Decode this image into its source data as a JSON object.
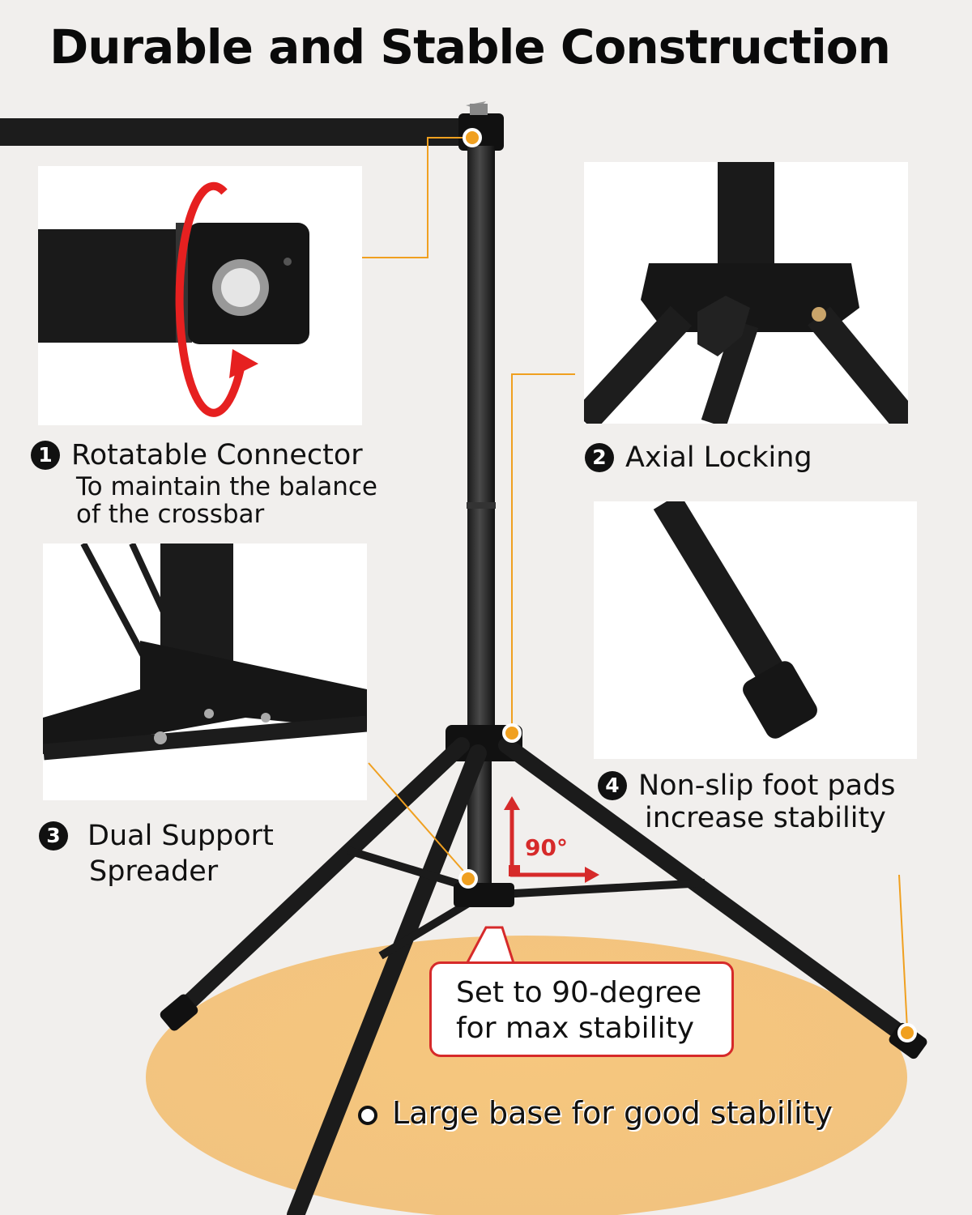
{
  "title": "Durable and Stable Construction",
  "features": [
    {
      "number": "1",
      "title": "Rotatable Connector",
      "subtitle_line1": "To maintain the balance",
      "subtitle_line2": "of the crossbar"
    },
    {
      "number": "2",
      "title": "Axial Locking"
    },
    {
      "number": "3",
      "title_line1": "Dual Support",
      "title_line2": "Spreader"
    },
    {
      "number": "4",
      "title_line1": "Non-slip foot pads",
      "title_line2": "increase stability"
    }
  ],
  "angle_label": "90°",
  "callout": {
    "line1": "Set to 90-degree",
    "line2": "for max stability"
  },
  "base_label": "Large base for good stability",
  "colors": {
    "accent_orange": "#f0a020",
    "callout_red": "#d62a2a",
    "base_ellipse": "#f3c078",
    "background": "#f1efed"
  }
}
